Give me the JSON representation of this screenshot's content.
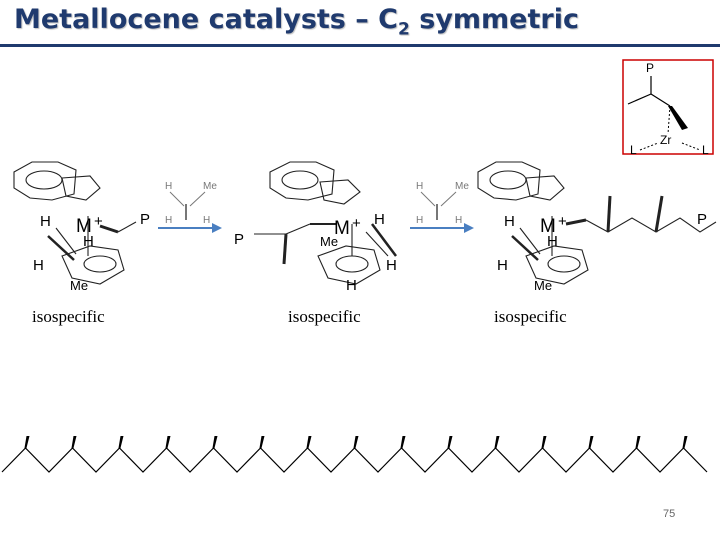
{
  "slide": {
    "title_main": "Metallocene catalysts – C",
    "title_sub": "2",
    "title_tail": " symmetric",
    "page_number": "75"
  },
  "labels": [
    "isospecific",
    "isospecific",
    "isospecific"
  ],
  "structures": {
    "inset": {
      "P": "P",
      "Zr": "Zr",
      "L": "L"
    },
    "atoms": {
      "H": "H",
      "Me": "Me",
      "M": "M",
      "plus": "+",
      "P": "P"
    }
  },
  "colors": {
    "title": "#1f3a6e",
    "arrow": "#4a7fc1",
    "inset_border": "#cc0000"
  }
}
